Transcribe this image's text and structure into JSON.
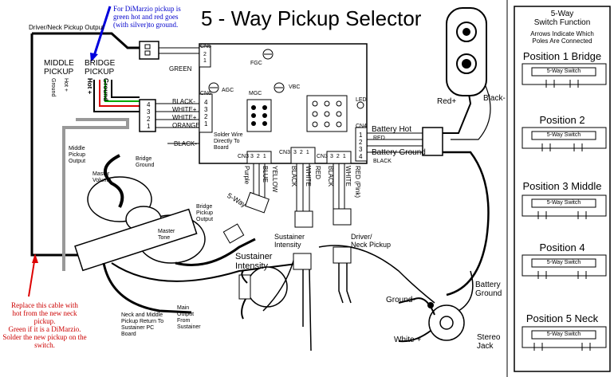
{
  "title": "5 - Way Pickup Selector",
  "notes": {
    "dimarzio_top": [
      "For DiMarzio pickup is",
      "green hot and red goes",
      "(with silver)to ground."
    ],
    "replace_cable": [
      "Replace this cable with",
      "hot from the new neck pickup.",
      "Green if it is a DiMarzio.",
      "Solder the new pickup on the",
      "switch."
    ]
  },
  "labels": {
    "driver_neck_output": "Driver/Neck Pickup Output",
    "middle_pickup": [
      "MIDDLE",
      "PICKUP"
    ],
    "bridge_pickup": [
      "BRIDGE",
      "PICKUP"
    ],
    "hot": "Hot +",
    "ground": "Ground",
    "green": "GREEN",
    "black": "BLACK",
    "black_dash": "BLACK-",
    "white_plus": "WHITE+",
    "orange": "ORANGE",
    "solder_wire": [
      "Solder Wire",
      "Directly To",
      "Board"
    ],
    "middle_pickup_output": [
      "Middle",
      "Pickup",
      "Output"
    ],
    "bridge_ground": [
      "Bridge",
      "Ground"
    ],
    "master_volume": [
      "Master",
      "Volume"
    ],
    "master_tone": [
      "Master",
      "Tone"
    ],
    "five_way": "5-Way",
    "bridge_pickup_output": [
      "Bridge",
      "Pickup",
      "Output"
    ],
    "purple": "Purple",
    "blue": "BLUE",
    "yellow": "YELLOW",
    "white": "WHITE",
    "red": "RED",
    "red_pink": "RED (Pink)",
    "sustainer_intensity_small": [
      "Sustainer",
      "Intensity"
    ],
    "driver_neck_pickup": [
      "Driver/",
      "Neck Pickup"
    ],
    "sustainer_intensity": [
      "Sustainer",
      "Intensity"
    ],
    "neck_middle_return": [
      "Neck and Middle",
      "Pickup Return To",
      "Sustainer PC",
      "Board"
    ],
    "main_output": [
      "Main",
      "Output",
      "From",
      "Sustainer"
    ],
    "battery_hot": "Battery Hot",
    "battery_ground": "Battery Ground",
    "red_plus": "Red+",
    "black_minus": "Black-",
    "battery_ground2": [
      "Battery",
      "Ground"
    ],
    "ground_minus": "Ground-",
    "white_plus2": "White +",
    "stereo_jack": [
      "Stereo",
      "Jack"
    ],
    "cn5": "CN5",
    "cn6": "CN6",
    "cn4": "CN4",
    "cn3": "CN3",
    "fgc": "FGC",
    "agc": "AGC",
    "mgc": "MGC",
    "vbc": "VBC",
    "led": "LED",
    "pins_21": [
      "2",
      "1"
    ],
    "pins_4321": [
      "4",
      "3",
      "2",
      "1"
    ],
    "pins_321": [
      "3",
      "2",
      "1"
    ]
  },
  "panel": {
    "heading": [
      "5-Way",
      "Switch Function"
    ],
    "subheading": [
      "Arrows Indicate Which",
      "Poles Are Connected"
    ],
    "switch_label": "5-Way Switch",
    "positions": [
      "Position 1 Bridge",
      "Position 2",
      "Position 3 Middle",
      "Position 4",
      "Position 5 Neck"
    ]
  },
  "colors": {
    "blue_note": "#0000cc",
    "red_note": "#cc0000",
    "green_wire": "#00aa00",
    "red_wire": "#dd0000",
    "gray_wire": "#999999"
  }
}
